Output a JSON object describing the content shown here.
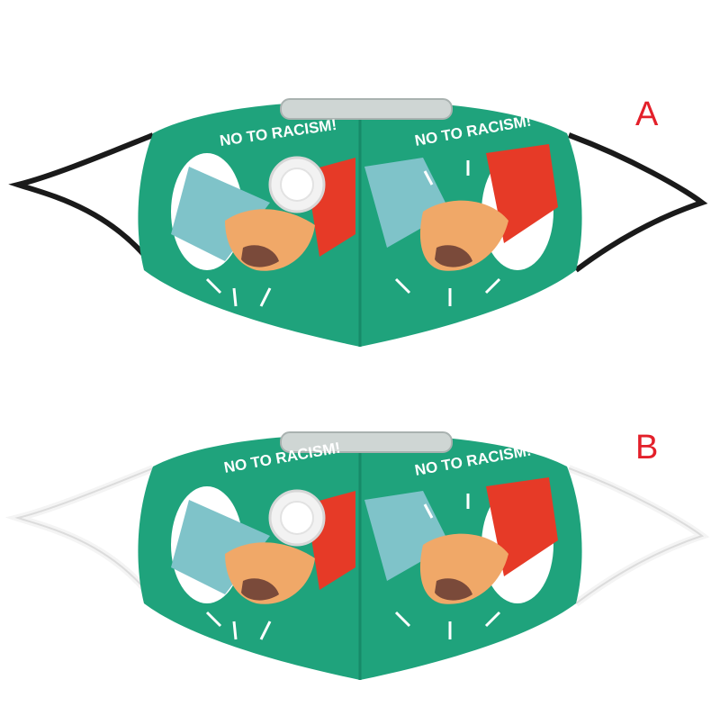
{
  "image": {
    "background": "#ffffff",
    "mask_color": "#1fa37c",
    "mask_shadow": "#178a68",
    "accent_red": "#e63a27",
    "sleeve_blue": "#7fc3c9",
    "skin_light": "#f0a868",
    "skin_dark": "#7a4a3a",
    "slogan": "NO TO RACISM!",
    "variants": [
      {
        "label": "A",
        "label_color": "#e3202a",
        "strap_color": "#1a1a1a",
        "has_valve": true
      },
      {
        "label": "B",
        "label_color": "#e3202a",
        "strap_color": "#f4f4f4",
        "has_valve": true
      }
    ]
  }
}
